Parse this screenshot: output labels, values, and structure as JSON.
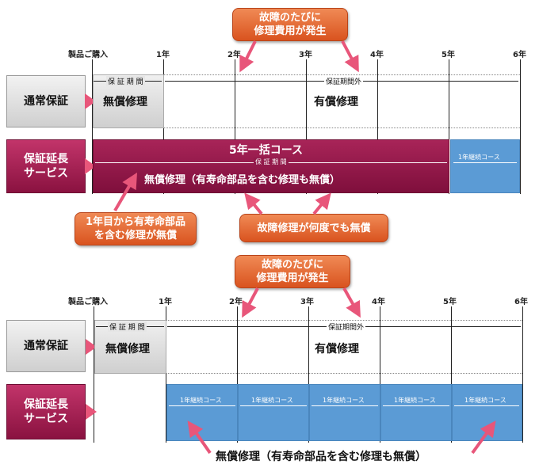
{
  "timeline": {
    "purchase": "製品ご購入",
    "years": [
      "1年",
      "2年",
      "3年",
      "4年",
      "5年",
      "6年"
    ]
  },
  "callouts": {
    "repair_cost_line1": "故障のたびに",
    "repair_cost_line2": "修理費用が発生",
    "first_year_line1": "1年目から有寿命部品",
    "first_year_line2": "を含む修理が無償",
    "repeat_free": "故障修理が何度でも無償"
  },
  "rows": {
    "normal_warranty": "通常保証",
    "extended_line1": "保証延長",
    "extended_line2": "サービス"
  },
  "labels": {
    "warranty_period": "保 証 期 間",
    "out_of_warranty": "保証期間外",
    "free_repair": "無償修理",
    "paid_repair": "有償修理",
    "five_year_course": "5年一括コース",
    "one_year_course": "1年継続コース",
    "free_repair_full": "無償修理（有寿命部品を含む修理も無償）"
  },
  "colors": {
    "wine": "#9b1c4e",
    "blue": "#5b9bd5",
    "callout_orange": "#e0612a",
    "pointer_pink": "#e8567a"
  }
}
